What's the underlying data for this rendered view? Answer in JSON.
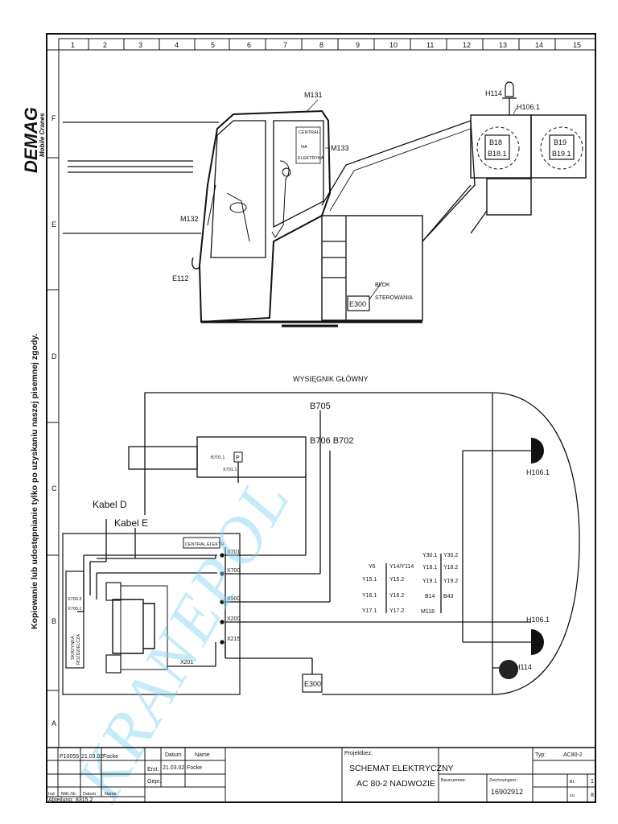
{
  "brand": {
    "logo": "DEMAG",
    "sub": "Mobile Cranes",
    "copyright_note": "Kopiowanie lub udostępnianie tylko po uzyskaniu naszej pisemnej zgody."
  },
  "watermark": "KRANEPOL",
  "grid": {
    "columns": [
      "1",
      "2",
      "3",
      "4",
      "5",
      "6",
      "7",
      "8",
      "9",
      "10",
      "11",
      "12",
      "13",
      "14",
      "15"
    ],
    "rows": [
      "F",
      "E",
      "D",
      "C",
      "B",
      "A"
    ]
  },
  "crane_cab": {
    "labels": {
      "m131": "M131",
      "m133": "M133",
      "m132": "M132",
      "e112": "E112",
      "h114": "H114",
      "h106_1": "H106.1",
      "b18": "B18",
      "b18_1": "B18.1",
      "b19": "B19",
      "b19_1": "B19.1",
      "central": [
        "CENTRAL-",
        "NA",
        "ELEKTRYKA"
      ],
      "blok": [
        "BLOK",
        "STEROWANIA"
      ],
      "e300": "E300"
    }
  },
  "schematic": {
    "boom_title": "WYSIĘGNIK GŁÓWNY",
    "b705": "B705",
    "b706_b702": "B706 B702",
    "b701_1": "B701.1",
    "x701_1": "X701.1",
    "p": "P",
    "kabel_d": "Kabel D",
    "kabel_e": "Kabel E",
    "central_elektr": "CENTRAL ELEKTR",
    "connectors": [
      "X701",
      "X700",
      "X500",
      "X200",
      "X215"
    ],
    "x700_2": "X700.2",
    "x700_1": "X700.1",
    "x201": "X201",
    "skrzynka": [
      "SKRZYNKA",
      "ROZDZIELCZA"
    ],
    "e300": "E300",
    "h106_1_top": "H106.1",
    "h106_1_bottom": "H106.1",
    "h114": "H114",
    "sensors_left": [
      [
        "Y6",
        "Y14/Y114"
      ],
      [
        "Y15.1",
        "Y15.2"
      ],
      [
        "Y16.1",
        "Y16.2"
      ],
      [
        "Y17.1",
        "Y17.2"
      ]
    ],
    "sensors_right": [
      [
        "Y30.1",
        "Y30.2"
      ],
      [
        "Y18.1",
        "Y18.2"
      ],
      [
        "Y19.1",
        "Y19.2"
      ],
      [
        "B14",
        "B43"
      ],
      [
        "M118",
        ""
      ]
    ]
  },
  "title_block": {
    "rev_row": {
      "id": "P10055",
      "date": "21.03.02",
      "name": "Focke"
    },
    "datum_label": "Datum",
    "name_label": "Name",
    "erst_label": "Erst.",
    "erst_date": "21.03.02",
    "erst_name": "Focke",
    "gepr_label": "Gepr.",
    "ind_label": "Ind",
    "mitt_label": "Mitt.-Nr.",
    "datum2_label": "Datum",
    "name2_label": "Name",
    "abteilung_label": "Abteilung:",
    "abteilung_value": "8315.2",
    "projekt_label": "Projektbez:",
    "title_line1": "SCHEMAT ELEKTRYCZNY",
    "title_line2": "AC 80-2   NADWOZIE",
    "baunummer_label": "Baunummer:",
    "zeichnungsnr_label": "Zeichnungsnr.:",
    "zeichnungsnr_value": "16902912",
    "typ_label": "Typ:",
    "typ_value": "AC80-2",
    "bl_label": "Bl.",
    "bl_value": "1",
    "zbl_label": "zu",
    "zbl_value": "8"
  }
}
